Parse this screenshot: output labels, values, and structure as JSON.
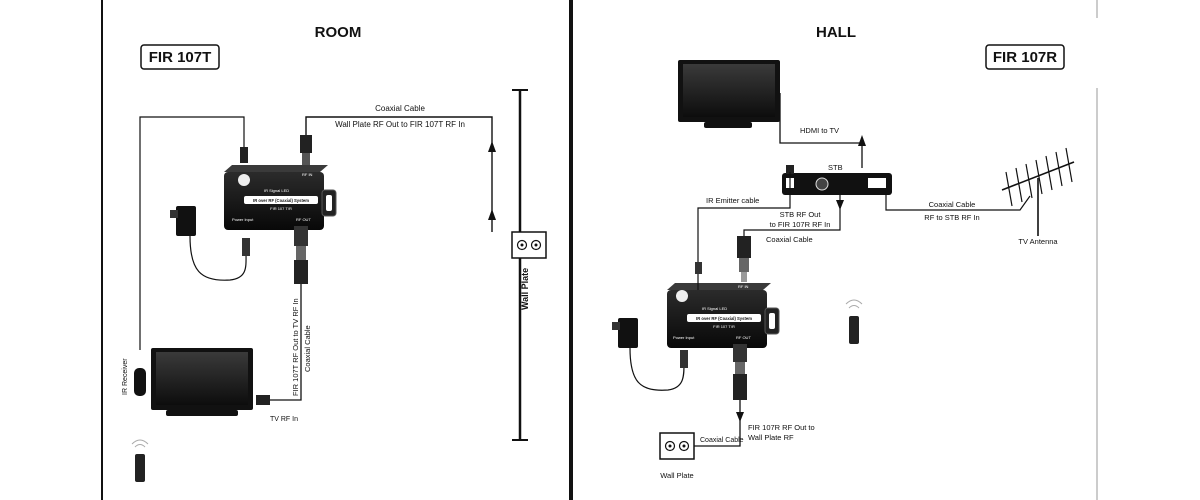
{
  "left_panel": {
    "title": "ROOM",
    "model_badge": "FIR 107T",
    "device": {
      "main_label": "IR over RF (Coaxial) System",
      "sub_label": "FIR 107 T/R",
      "power_label": "Power Input",
      "rf_out_label": "RF OUT",
      "rf_in_label": "RF IN",
      "ir_label": "IR Signal LED"
    },
    "cable_top_title": "Coaxial Cable",
    "cable_top_desc": "Wall Plate RF Out to FIR 107T RF In",
    "cable_down_1": "FIR 107T RF Out to TV RF In",
    "cable_down_2": "Coaxial Cable",
    "ir_receiver": "IR Receiver",
    "tv_rf_in": "TV RF In",
    "wall_plate": "Wall Plate"
  },
  "right_panel": {
    "title": "HALL",
    "model_badge": "FIR 107R",
    "hdmi": "HDMI to TV",
    "stb": "STB",
    "coax_ant_1": "Coaxial Cable",
    "coax_ant_2": "RF to STB RF In",
    "tv_antenna": "TV Antenna",
    "ir_emitter": "IR Emitter cable",
    "stb_rf_1": "STB RF Out",
    "stb_rf_2": "to FIR 107R RF In",
    "stb_coax": "Coaxial Cable",
    "rf_out_1": "FIR 107R RF Out to",
    "rf_out_2": "Wall Plate RF",
    "bottom_coax": "Coaxial Cable",
    "wall_plate": "Wall Plate",
    "device": {
      "main_label": "IR over RF (Coaxial) System",
      "sub_label": "FIR 107 T/R",
      "power_label": "Power Input",
      "rf_out_label": "RF OUT",
      "rf_in_label": "RF IN",
      "ir_label": "IR Signal LED"
    }
  }
}
